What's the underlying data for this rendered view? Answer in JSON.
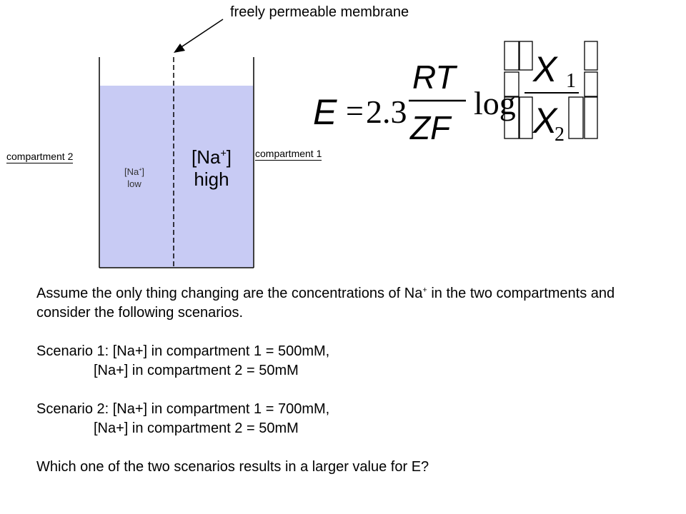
{
  "diagram": {
    "membrane_label": "freely permeable membrane",
    "compartment2_label": "compartment 2",
    "compartment1_label": "compartment 1",
    "low_species": "[Na",
    "low_charge": "+",
    "low_bracket": "]",
    "low_level": "low",
    "high_species": "[Na",
    "high_charge": "+",
    "high_bracket": "]",
    "high_level": "high",
    "liquid_color": "#c8cbf4"
  },
  "equation": {
    "lhs": "E",
    "equals": "=",
    "coefficient": "2.3",
    "numerator": "RT",
    "denominator": "ZF",
    "log": "log",
    "x1_var": "X",
    "x1_sub": "1",
    "x2_var": "X",
    "x2_sub": "2"
  },
  "question": {
    "intro": "Assume the only thing changing are the concentrations of Na",
    "intro_charge": "+",
    "intro_end": " in the two compartments and consider the following scenarios.",
    "scenario1_line1": "Scenario 1: [Na+] in compartment 1 = 500mM,",
    "scenario1_line2": "[Na+] in compartment 2 = 50mM",
    "scenario2_line1": "Scenario 2: [Na+] in compartment 1 = 700mM,",
    "scenario2_line2": "[Na+] in compartment 2 = 50mM",
    "prompt": "Which one of the two scenarios results in a larger value for E?"
  }
}
